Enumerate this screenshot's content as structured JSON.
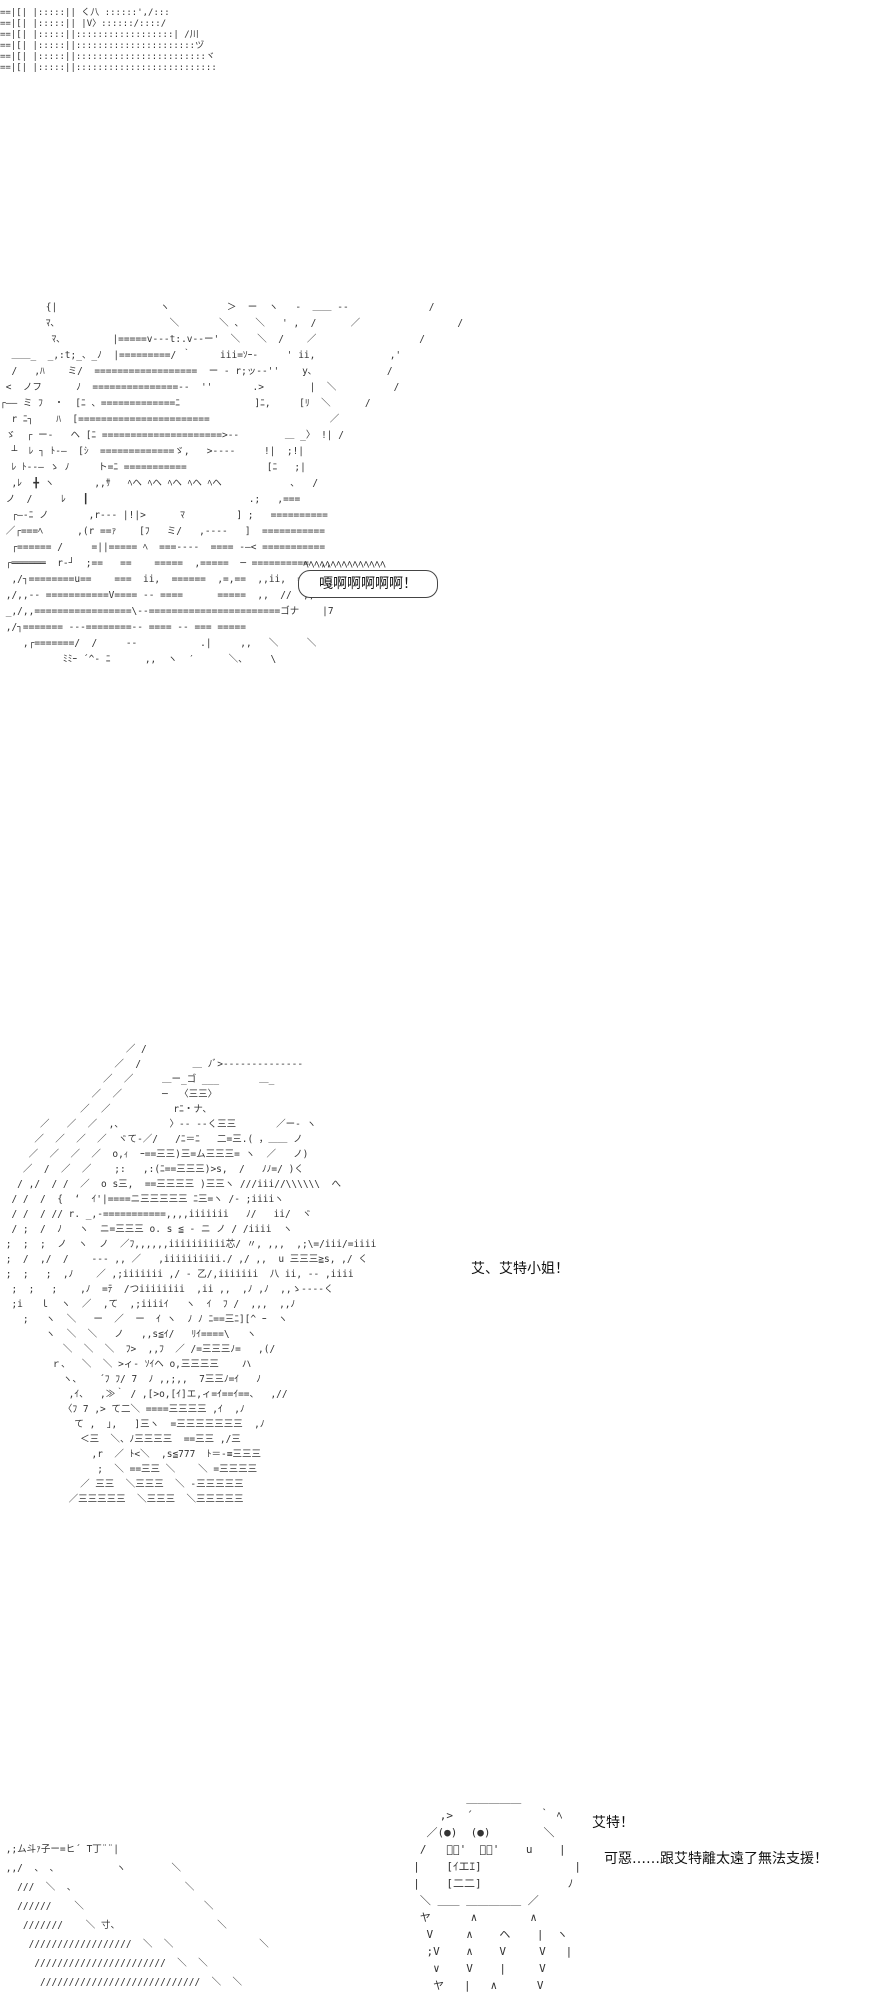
{
  "header_art": "==|[| |:::::|| く八 ::::::',/:::\n==|[| |:::::|| |V〉::::::/::::/\n==|[| |:::::||::::::::::::::::::| /川\n==|[| |:::::||::::::::::::::::::::::ヅ\n==|[| |:::::||::::::::::::::::::::::::ヾ\n==|[| |:::::||::::::::::::::::::::::::::",
  "battle_art": "        {|                  ヽ          ＞  ー  ヽ   ‐  ＿＿ -‐              /\n        ﾏ､                    ＼       ＼ 、  ＼   ' ,  /      ／                 /\n         ﾏ､         |=====v‐‐‐t:.v‐‐ー'  ＼   ＼  /    ／                  /\n  ＿＿_  _,:t;_、_ﾉ  |=========/ ｀     iii=ｿｰ‐     ' ii,             ,'\n  /   ,ﾊ    ミ/  ==================  ー ‐ r;ッ‐‐''    y､             /\n <  ノフ      ﾉ  ===============‐‐  ''       .>        |  ＼          /\n┌―― ミ ﾌ  ・  [ﾆ 、=============ﾆ             ]ﾆ,     [ﾘ  ＼      /\n  r ﾆ┐    ﾊ  [=======================                     ／\n ゞ  ┌ ー‐   ヘ [ﾆ =====================>‐‐        ＿ _〉 !| /\n  ┴  ﾚ ┐ ﾄ-―  [ｼ  =============ゞ,   >‐‐‐‐     !|  ;!|\n  ﾚ ﾄ--― ゝ ﾉ     ト=ﾆ ===========              [ﾆ   ;|\n  ,ﾚ  ╋ ヽ       ,,ｻ   ﾍヘ ﾍヘ ﾍヘ ﾍヘ ﾍヘ            ､   /\n ノ  /     ﾚ   ┃                            .;   ,===\n  ┌―‐ﾆ ノ       ,r-‐- |!|>      ﾏ         ] ;   ==========\n ／┌===ﾍ      ,(r ==ｧ    [ﾌ   ミ/   ,----   ]  ===========\n  ┌====== /     =||===== ﾍ  ===----  ==== -―< ===========\n ┌══════  r-┘  ;==   ==    =====  ,=====  ─ ==========  ,,\n  ,/┐========u==    ===  ii,  ======  ,=,==  ,,ii,  ===    /\n ,/,,‐‐ ===========V==== ‐‐ ====      =====  ,,  //  ,,\n _,/,,=================\\‐‐=======================ゴナ    |7\n ,/┐======= ‐-‐========‐‐ ==== ‐‐ === =====\n    ,┌=======/  /     ‐‐           .|     ,,   ＼     ＼\n           ﾐﾐｰ ´^‐ ﾆ      ,,  ヽ  ′      ＼、    \\",
  "shout_text": "嘎啊啊啊啊啊！",
  "shout_spikes": "  ﾍﾍﾍﾍﾍﾍﾍﾍﾍﾍﾍﾍﾍﾍﾍ",
  "robot_art": "                      ／ /\n                    ／  /         ＿ ﾉﾞ>‐‐‐‐‐‐‐‐‐‐‐‐‐‐\n                  ／  ／     ＿ー_ゴ ___       ＿_\n                ／  ／       ─  〈三三〉\n              ／  ／           rﾆ・ナ、\n       ／   ／  ／  ,、        〉‐‐ -‐く三三       ／ー‐ ヽ\n      ／  ／  ／  ／  ヾて‐／/   /ﾆ＝ﾆ   二=三.( ，＿＿ ノ\n     ／  ／  ／  ／  o,ｨ  ｰ==三三)三=ム三三三= ヽ  ／   ノ)\n    ／  /  ／  ／    ;:   ,:(ﾆ==三三三)>s,  /   ﾉﾉ=/ )く\n   / ,/  / /  ／  o s三,  ==三三三三 )三三ヽ ///iii//\\\\\\\\\\\\  へ\n  / /  /  {  ‘  ｲ'|====ニ三三三三三 ﾆ三=ヽ /‐ ;iiiiヽ\n  / /  / // r. _,‐===========,,,,iiiiiii   ﾉ/   ii/  ヾ\n  / ;  /  ﾉ   ヽ  ニ=三三三 o. s ≦ ‐ ニ ノ / /iiii  ヽ\n ;  ;  ;  ノ  ヽ  ノ  ／ﾌ,,,,,,iiiiiiiiii芯/ 〃, ,,,  ,;\\=/iii/=iiii\n ;  /  ,/  /    ‐‐‐ ,, ／   ,iiiiiiiiii./ ,/ ,,  u 三三三≧s, ,/ く\n ;  ;   ;  ,ﾉ    ／ ,;iiiiiii ,/ ‐ 乙/,iiiiiii  八 ii, ‐‐ ,iiii\n  ;  ;   ;    ,ﾉ  =ﾃ  /つiiiiiiii  ,ii ,,  ,ﾉ ,ﾉ  ,,ゝ‐‐‐‐く\n  ;i   ｌ  ヽ  ／  ,て  ,;iiiiｲ   ヽ  ｲ  ﾌ /  ,,,  ,,ﾉ\n    ;   ヽ  ＼   ー  ／  ー  ｲ ヽ  ﾉ ﾉ ﾆ==三ﾆ][^ ｰ  ヽ\n        ヽ  ＼  ＼   ノ   ,,s≦ｲ/   ﾘｲ====\\   ヽ\n           ＼  ＼  ＼  ﾌ>  ,,ﾌ  ／ /=三三三ﾉ=   ,(/\n         ｒ、  ＼  ＼ >ィ‐ ｿｲヘ o,三三三三    ハ\n           ヽ、   ´ﾌ ﾌ/ 7  ﾉ ,,;,,  7三三ﾉ=ｲ   ﾉ\n            ,ｲ、  ,≫｀ / ,[>o,[ｲ]エ,ィ=ｲ==ｲ==、  ,//\n           〈ﾌ 7 ,> て二＼ ====三三三三 ,ｲ  ,ﾉ\n             て ,  ｣,   ]三ヽ  =三三三三三三三  ,ﾉ\n              ＜三  ＼、ﾉ三三三三  ==三三 ,/三\n                ,r  ／ ﾄ<＼  ,s≦777  ﾄ＝-≡三三三\n                 ;  ＼ ==三三 ＼    ＼ =三三三三\n              ／ 三三  ＼三三三  ＼ -三三三三三\n            ／三三三三三  ＼三三三  ＼三三三三三",
  "dialogue_1": "艾、艾特小姐！",
  "bottom_left_art": " ,;ム斗ｧ子ー=ヒ´ T丁¨¨|\n ,,/  、 、          ヽ        ＼\n   ///  ＼  、                   ＼\n   //////    ＼                     ＼\n    ///////    ＼ 寸、                 ＼\n     //////////////////  ＼  ＼               ＼\n      ///////////////////////  ＼  ＼\n       ////////////////////////////  ＼  ＼",
  "face_art": "          ＿＿＿＿＿\n      ,>  ´          ｀ ﾍ\n    ／(●)  (●)        ＼\n   /   ﾟー'  ﾟー'    u    |\n  |    [ｲエｴ]              |\n  |    [二二]             ﾉ\n   ＼ ＿＿ ＿＿＿＿＿ ／\n   ヤ      ∧        ∧\n    V     ∧    ヘ    |  ヽ\n    ;V    ∧    V     V   |\n     ∨    V    |     V\n     ヤ   |   ∧      V",
  "dialogue_2": "艾特！",
  "dialogue_3": "可惡……跟艾特離太遠了無法支援！"
}
